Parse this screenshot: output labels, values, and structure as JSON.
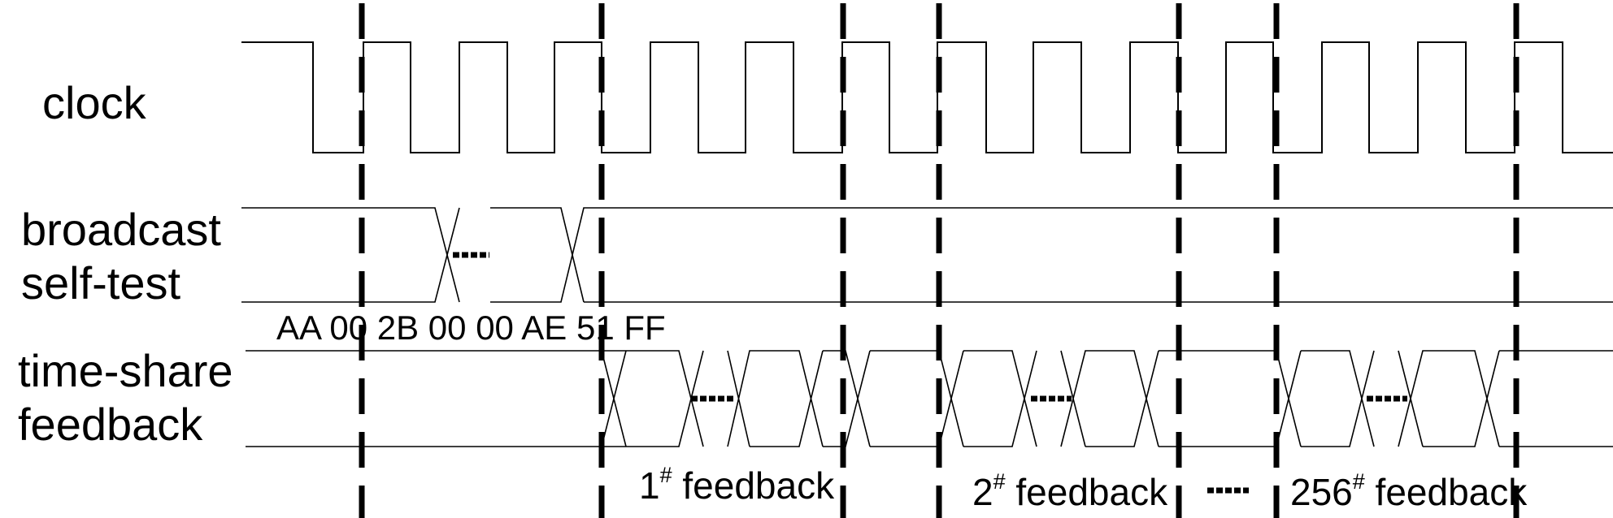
{
  "signals": {
    "clock": "clock",
    "broadcast_line1": "broadcast",
    "broadcast_line2": "self-test",
    "timeshare_line1": "time-share",
    "timeshare_line2": "feedback"
  },
  "broadcast_bytes": "AA 00 2B 00 00 AE 51 FF",
  "feedback_labels": [
    {
      "num": "1",
      "sup": "#",
      "text": " feedback"
    },
    {
      "num": "2",
      "sup": "#",
      "text": " feedback"
    },
    {
      "num": "256",
      "sup": "#",
      "text": " feedback"
    }
  ]
}
